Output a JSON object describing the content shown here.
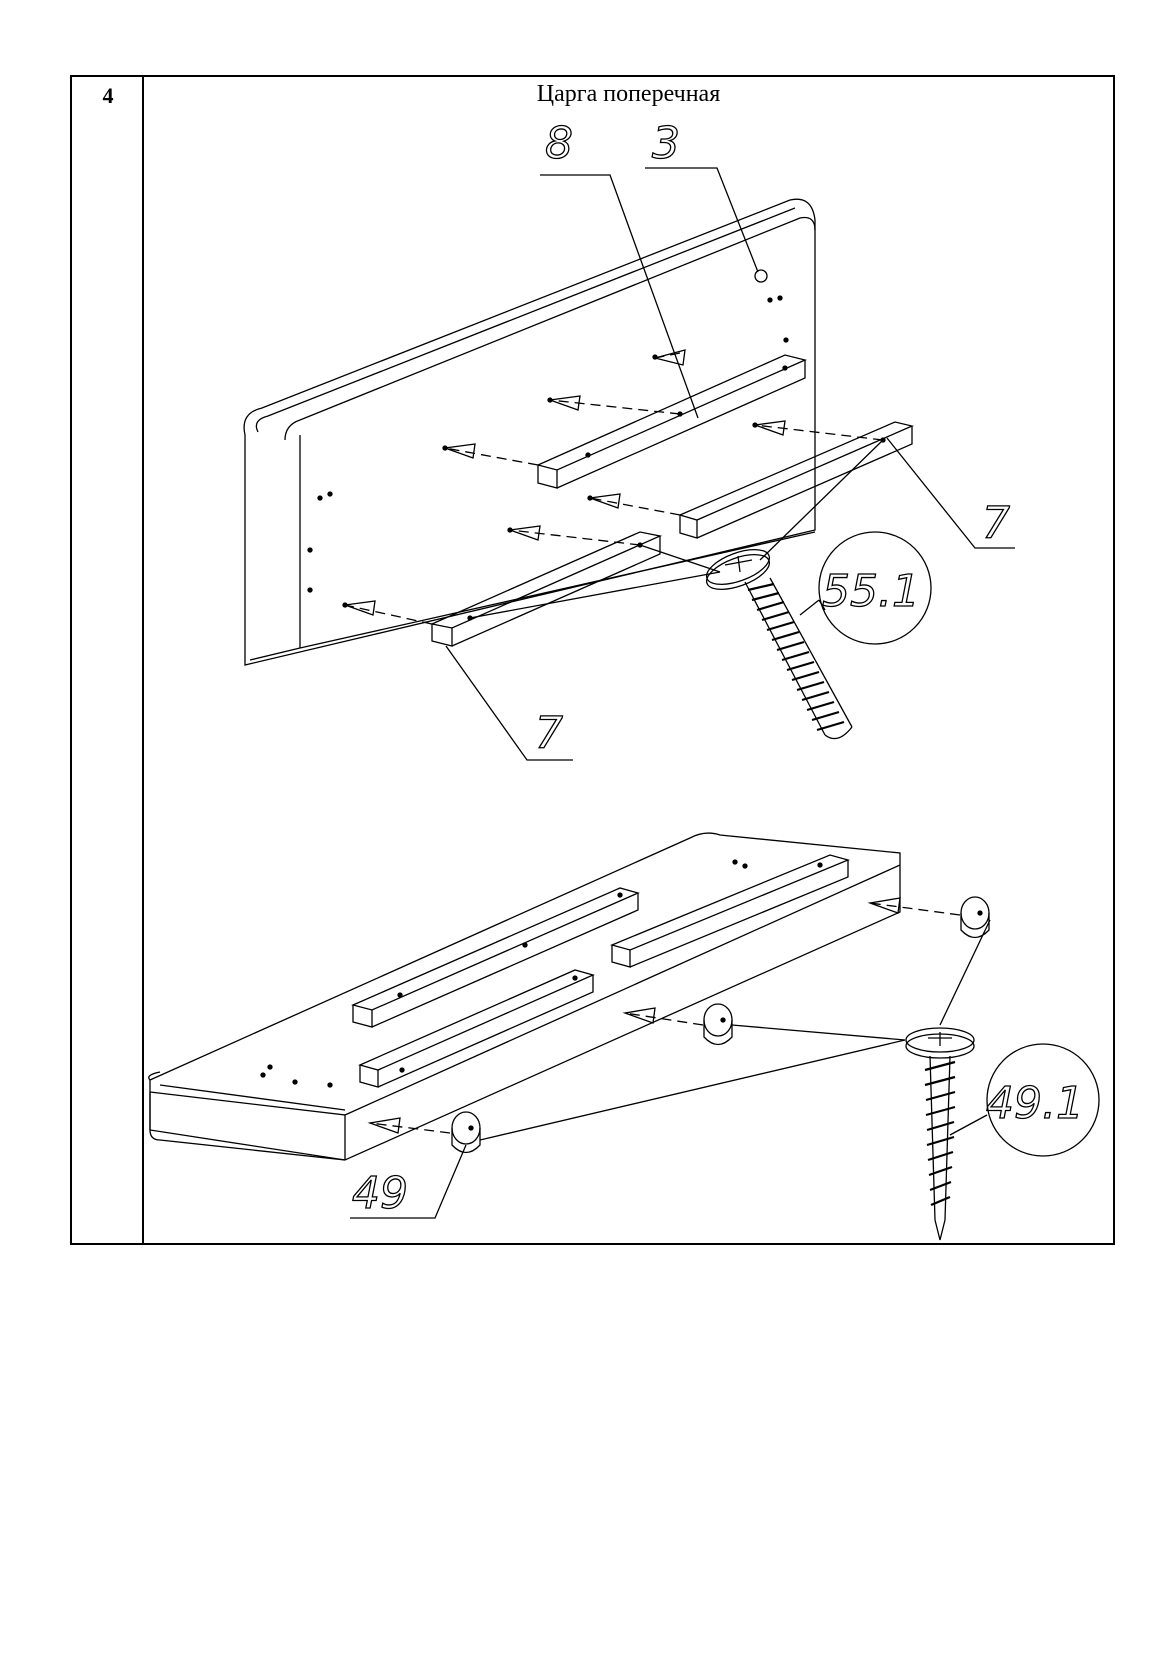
{
  "step": {
    "number": "4",
    "title": "Царга поперечная"
  },
  "callouts": {
    "part_8": "8",
    "part_3": "3",
    "part_7_right": "7",
    "part_7_bottom": "7",
    "part_55_1": "55.1",
    "part_49": "49",
    "part_49_1": "49.1"
  }
}
